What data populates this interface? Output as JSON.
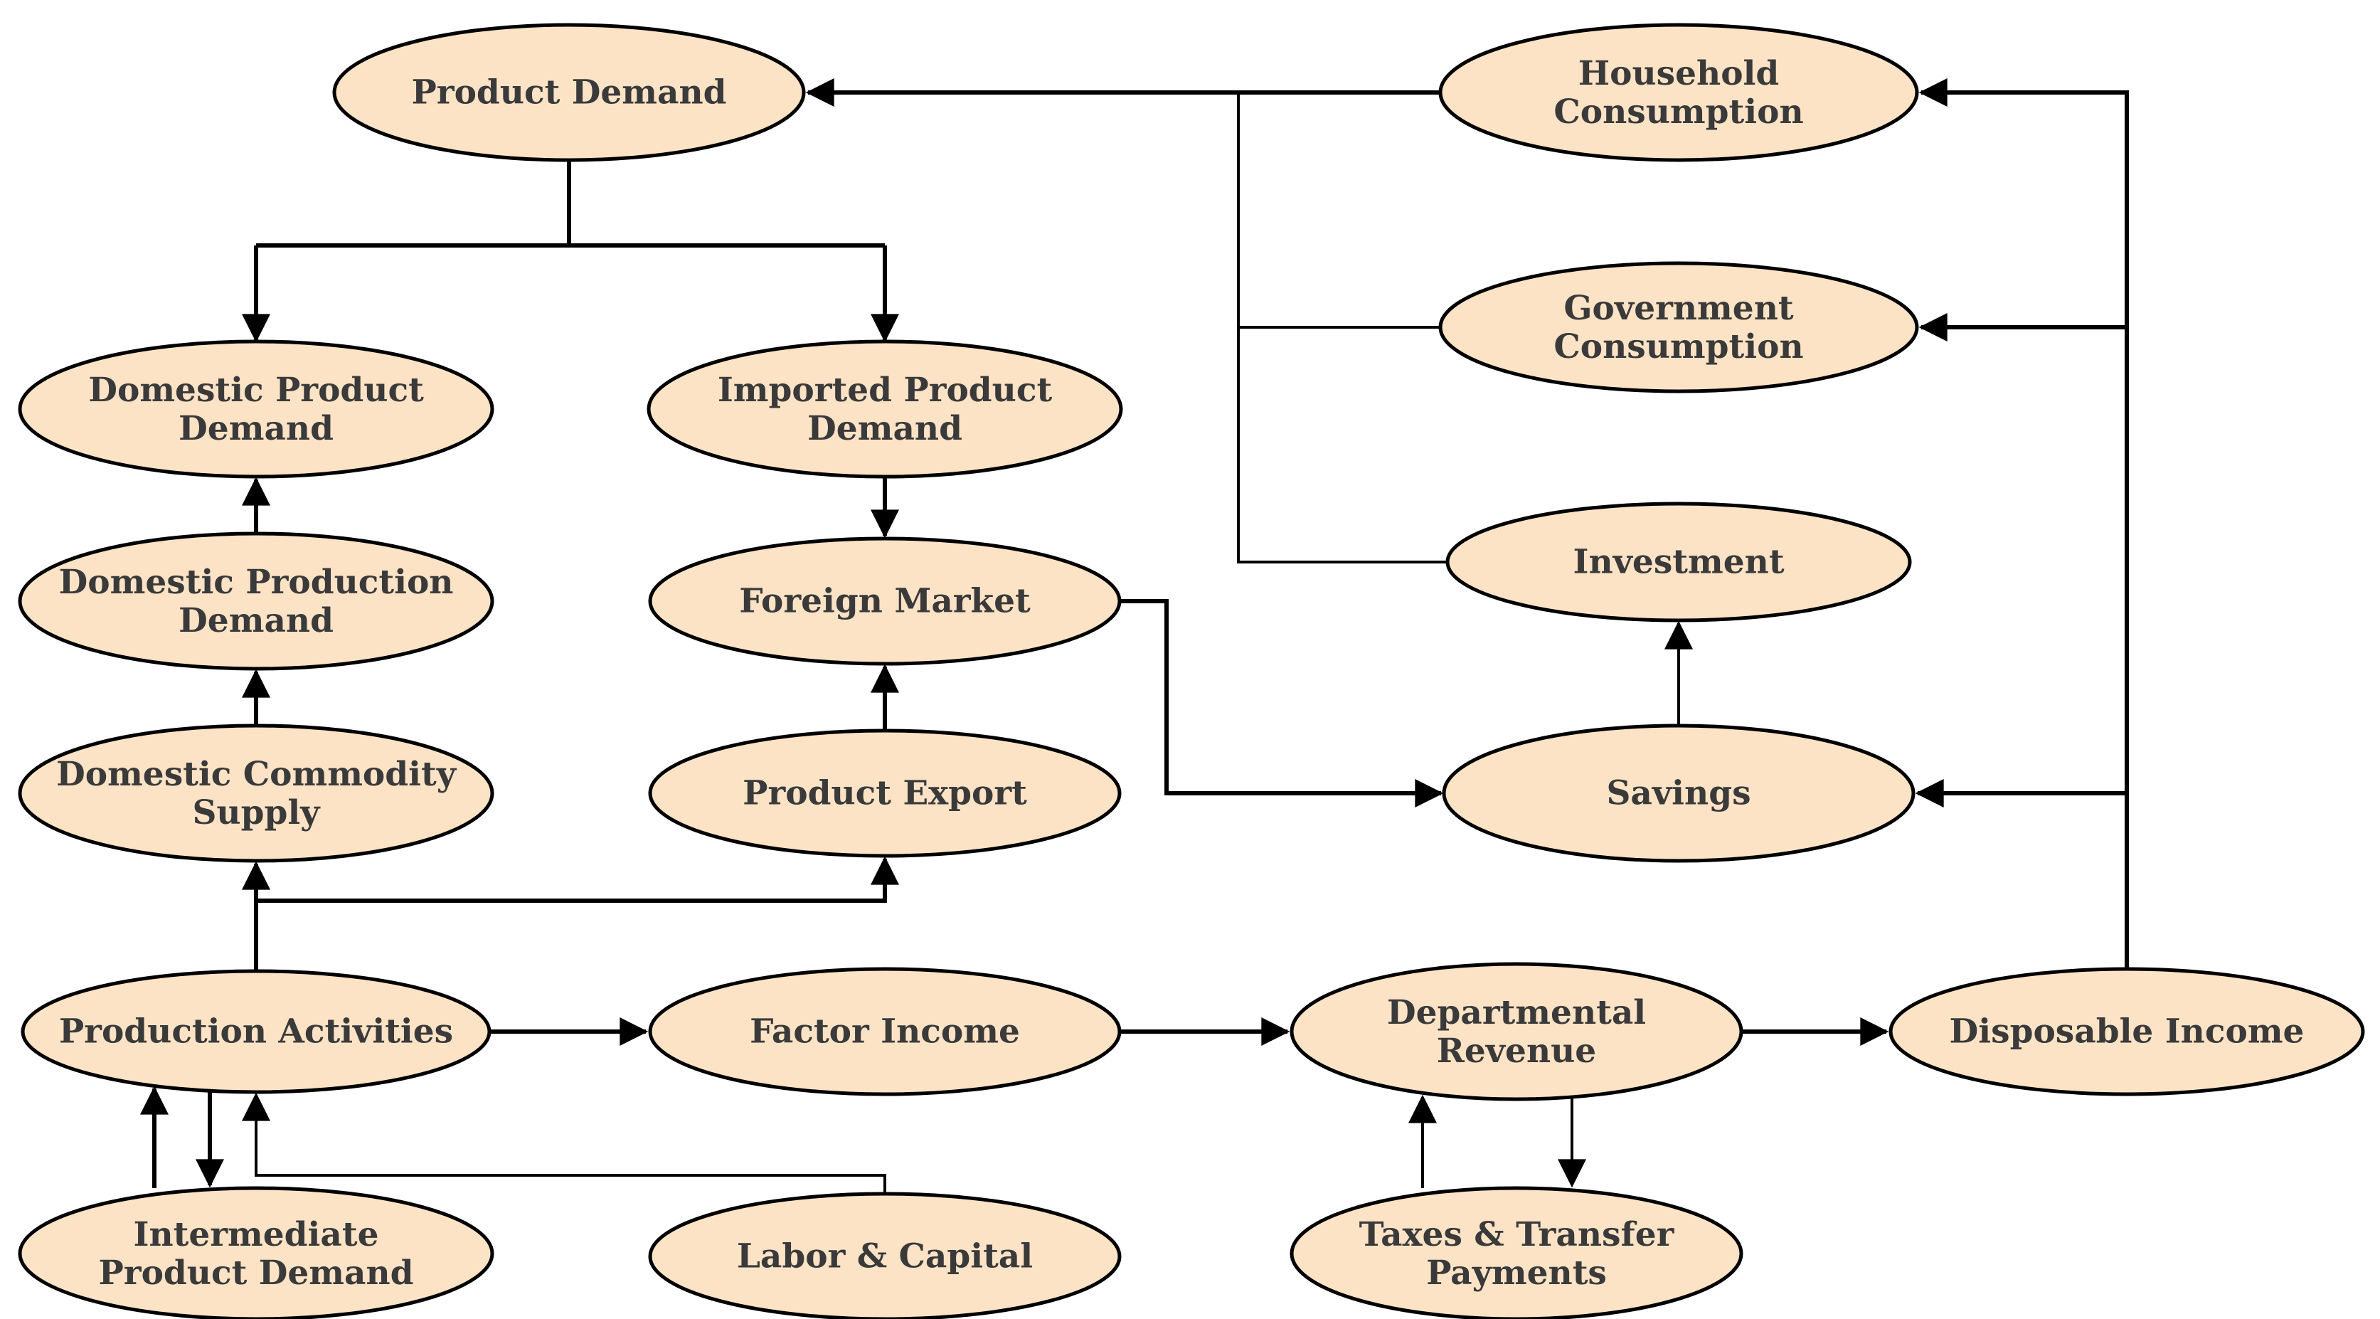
{
  "diagram": {
    "title": "Economic flow diagram (CGE / SAM model of product demand, income and savings)",
    "colors": {
      "background": "#ffffff",
      "node_fill": "#fce3c6",
      "node_stroke": "#000000",
      "text_color": "#3a3a3a",
      "line_color": "#000000"
    },
    "nodes": [
      {
        "id": "product-demand",
        "label": "Product Demand"
      },
      {
        "id": "household-consumption",
        "label": "Household\nConsumption"
      },
      {
        "id": "government-consumption",
        "label": "Government\nConsumption"
      },
      {
        "id": "domestic-product-demand",
        "label": "Domestic Product\nDemand"
      },
      {
        "id": "imported-product-demand",
        "label": "Imported Product\nDemand"
      },
      {
        "id": "investment",
        "label": "Investment"
      },
      {
        "id": "domestic-production-demand",
        "label": "Domestic Production\nDemand"
      },
      {
        "id": "foreign-market",
        "label": "Foreign Market"
      },
      {
        "id": "domestic-commodity-supply",
        "label": "Domestic Commodity\nSupply"
      },
      {
        "id": "product-export",
        "label": "Product Export"
      },
      {
        "id": "savings",
        "label": "Savings"
      },
      {
        "id": "production-activities",
        "label": "Production Activities"
      },
      {
        "id": "factor-income",
        "label": "Factor Income"
      },
      {
        "id": "departmental-revenue",
        "label": "Departmental\nRevenue"
      },
      {
        "id": "disposable-income",
        "label": "Disposable Income"
      },
      {
        "id": "intermediate-product-demand",
        "label": "Intermediate\nProduct Demand"
      },
      {
        "id": "labor-capital",
        "label": "Labor & Capital"
      },
      {
        "id": "taxes-transfer-payments",
        "label": "Taxes & Transfer\nPayments"
      }
    ],
    "edges": [
      {
        "from": "household-consumption",
        "to": "product-demand"
      },
      {
        "from": "government-consumption",
        "to": "product-demand"
      },
      {
        "from": "investment",
        "to": "product-demand"
      },
      {
        "from": "product-demand",
        "to": "domestic-product-demand"
      },
      {
        "from": "product-demand",
        "to": "imported-product-demand"
      },
      {
        "from": "domestic-production-demand",
        "to": "domestic-product-demand"
      },
      {
        "from": "domestic-commodity-supply",
        "to": "domestic-production-demand"
      },
      {
        "from": "imported-product-demand",
        "to": "foreign-market"
      },
      {
        "from": "product-export",
        "to": "foreign-market"
      },
      {
        "from": "foreign-market",
        "to": "savings"
      },
      {
        "from": "savings",
        "to": "investment"
      },
      {
        "from": "disposable-income",
        "to": "household-consumption"
      },
      {
        "from": "disposable-income",
        "to": "government-consumption"
      },
      {
        "from": "disposable-income",
        "to": "savings"
      },
      {
        "from": "production-activities",
        "to": "domestic-commodity-supply"
      },
      {
        "from": "production-activities",
        "to": "product-export"
      },
      {
        "from": "production-activities",
        "to": "factor-income"
      },
      {
        "from": "factor-income",
        "to": "departmental-revenue"
      },
      {
        "from": "departmental-revenue",
        "to": "disposable-income"
      },
      {
        "from": "intermediate-product-demand",
        "to": "production-activities"
      },
      {
        "from": "production-activities",
        "to": "intermediate-product-demand"
      },
      {
        "from": "labor-capital",
        "to": "production-activities"
      },
      {
        "from": "taxes-transfer-payments",
        "to": "departmental-revenue"
      },
      {
        "from": "departmental-revenue",
        "to": "taxes-transfer-payments"
      }
    ]
  }
}
